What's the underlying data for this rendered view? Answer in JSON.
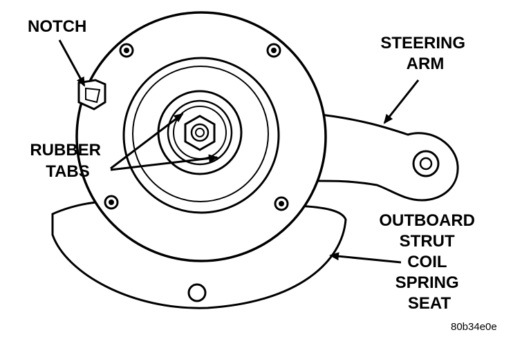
{
  "labels": {
    "notch": "NOTCH",
    "steering_arm": [
      "STEERING",
      "ARM"
    ],
    "rubber_tabs": [
      "RUBBER",
      "TABS"
    ],
    "outboard_seat": [
      "OUTBOARD",
      "STRUT",
      "COIL",
      "SPRING",
      "SEAT"
    ]
  },
  "figure_code": "80b34e0e"
}
